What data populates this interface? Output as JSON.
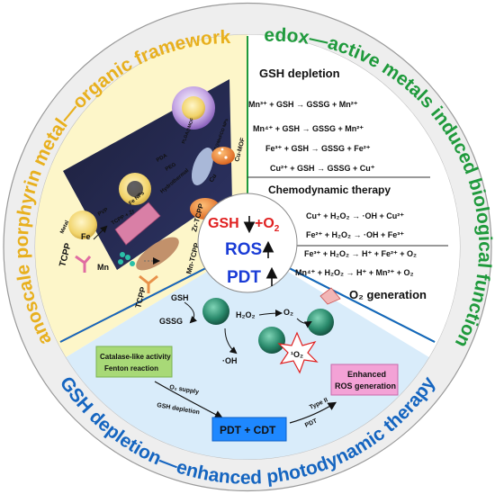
{
  "ring": {
    "left_arc": "Nanoscale porphyrin metal—organic frameworks",
    "right_arc": "Redox—active metals induced biological functions",
    "bottom_arc": "GSH depletion—enhanced photodynamic therapy"
  },
  "center": {
    "gsh": "GSH",
    "o2": "+O",
    "o2_sub": "2",
    "ros": "ROS",
    "pdt": "PDT"
  },
  "synthesis": {
    "labels": [
      "TCPP",
      "Metal",
      "PVP",
      "TCPP + Zr",
      "PDA",
      "PEG",
      "PLGA@MOF",
      "FT@MnFCO NPs",
      "Fe",
      "Fe NPs",
      "Mn",
      "TCPP",
      "Mn-TCPP",
      "Zr-TCPP",
      "Cu",
      "Cu-MOF",
      "Hydrothermal"
    ]
  },
  "gsh_depletion": {
    "title": "GSH depletion",
    "equations": [
      "Mn³⁺ + GSH → GSSG + Mn²⁺",
      "Mn⁴⁺ + GSH → GSSG + Mn²⁺",
      "Fe³⁺ + GSH → GSSG + Fe²⁺",
      "Cu²⁺ + GSH → GSSG + Cu⁺"
    ]
  },
  "cdt": {
    "title": "Chemodynamic therapy",
    "equations": [
      "Cu⁺ + H₂O₂ → ·OH + Cu²⁺",
      "Fe²⁺ + H₂O₂ → ·OH + Fe³⁺"
    ]
  },
  "o2_generation": {
    "equations": [
      "Fe³⁺ + H₂O₂ → H⁺ + Fe²⁺ + O₂",
      "Mn⁴⁺ + H₂O₂ → H⁺ + Mn²⁺ + O₂"
    ],
    "title": "O₂ generation"
  },
  "mechanism": {
    "gsh": "GSH",
    "gssg": "GSSG",
    "h2o2": "H₂O₂",
    "o2": "O₂",
    "oh": "·OH",
    "singlet": "¹O₂",
    "catalase_line1": "Catalase-like activity",
    "catalase_line2": "Fenton reaction",
    "o2_supply": "O₂ supply",
    "gsh_depletion": "GSH depletion",
    "pdt_cdt": "PDT + CDT",
    "type2": "Type II",
    "pdt_small": "PDT",
    "enhanced_line1": "Enhanced",
    "enhanced_line2": "ROS generation"
  },
  "colors": {
    "yellow": "#e8b01e",
    "green": "#1f9a3c",
    "blue": "#1565c0",
    "red": "#e02020"
  }
}
